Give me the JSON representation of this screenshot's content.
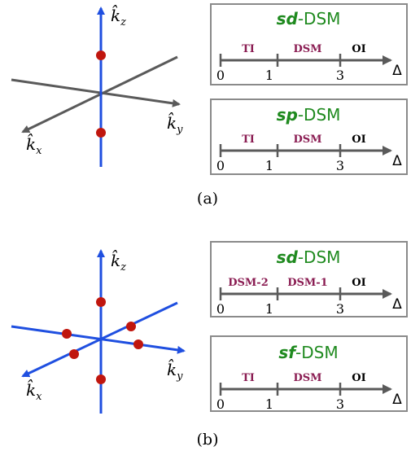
{
  "colors": {
    "axis_gray": "#5a5a5a",
    "axis_blue": "#1f4fe0",
    "dot_red": "#c0160e",
    "phase_maroon": "#8a1c52",
    "title_green": "#1f8a1f",
    "box_border": "#8a8a8a",
    "text_black": "#000000"
  },
  "panel_a": {
    "caption": "(a)",
    "axes": {
      "kz": "k̂",
      "kz_sub": "z",
      "ky": "k̂",
      "ky_sub": "y",
      "kx": "k̂",
      "kx_sub": "x"
    },
    "boxes": [
      {
        "title_prefix": "sd",
        "title_suffix": "-DSM",
        "phases": [
          "TI",
          "DSM",
          "OI"
        ],
        "ticks": [
          "0",
          "1",
          "3"
        ],
        "param": "Δ"
      },
      {
        "title_prefix": "sp",
        "title_suffix": "-DSM",
        "phases": [
          "TI",
          "DSM",
          "OI"
        ],
        "ticks": [
          "0",
          "1",
          "3"
        ],
        "param": "Δ"
      }
    ]
  },
  "panel_b": {
    "caption": "(b)",
    "axes": {
      "kz": "k̂",
      "kz_sub": "z",
      "ky": "k̂",
      "ky_sub": "y",
      "kx": "k̂",
      "kx_sub": "x"
    },
    "boxes": [
      {
        "title_prefix": "sd",
        "title_suffix": "-DSM",
        "phases": [
          "DSM-2",
          "DSM-1",
          "OI"
        ],
        "ticks": [
          "0",
          "1",
          "3"
        ],
        "param": "Δ"
      },
      {
        "title_prefix": "sf",
        "title_suffix": "-DSM",
        "phases": [
          "TI",
          "DSM",
          "OI"
        ],
        "ticks": [
          "0",
          "1",
          "3"
        ],
        "param": "Δ"
      }
    ]
  }
}
